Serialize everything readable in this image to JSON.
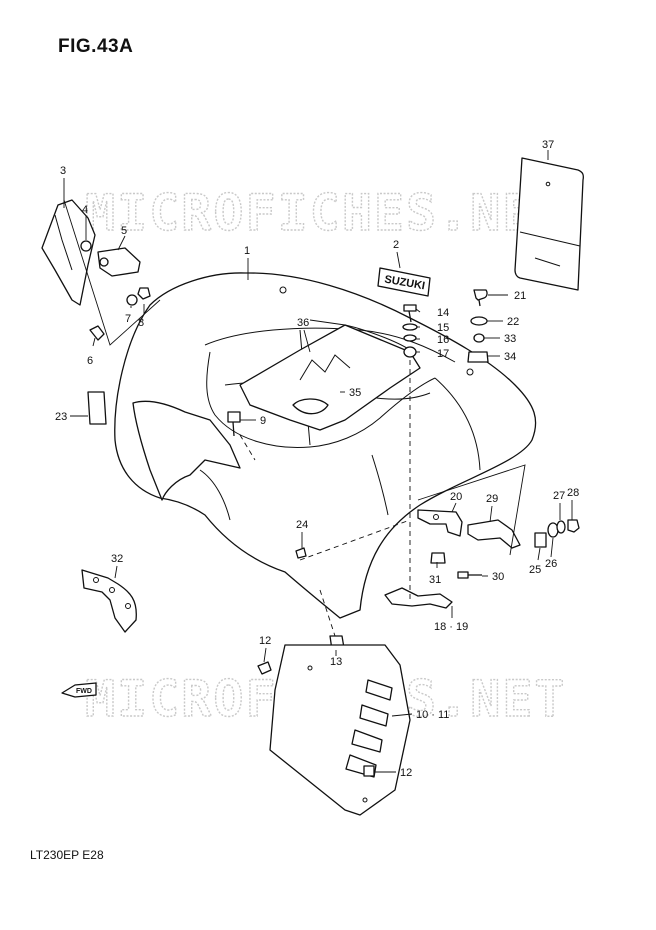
{
  "figure": {
    "title": "FIG.43A",
    "model_code": "LT230EP  E28"
  },
  "watermark": {
    "text": "MICROFICHES.NET"
  },
  "emblem": {
    "text": "SUZUKI"
  },
  "fwd": {
    "text": "FWD"
  },
  "callouts": [
    {
      "id": "1",
      "label": "1"
    },
    {
      "id": "2",
      "label": "2"
    },
    {
      "id": "3",
      "label": "3"
    },
    {
      "id": "4",
      "label": "4"
    },
    {
      "id": "5",
      "label": "5"
    },
    {
      "id": "6",
      "label": "6"
    },
    {
      "id": "7",
      "label": "7"
    },
    {
      "id": "8",
      "label": "8"
    },
    {
      "id": "9",
      "label": "9"
    },
    {
      "id": "10-11",
      "label": "10 · 11"
    },
    {
      "id": "12a",
      "label": "12"
    },
    {
      "id": "12b",
      "label": "12"
    },
    {
      "id": "13",
      "label": "13"
    },
    {
      "id": "14",
      "label": "14"
    },
    {
      "id": "15",
      "label": "15"
    },
    {
      "id": "16",
      "label": "16"
    },
    {
      "id": "17",
      "label": "17"
    },
    {
      "id": "18-19",
      "label": "18 · 19"
    },
    {
      "id": "20",
      "label": "20"
    },
    {
      "id": "21",
      "label": "21"
    },
    {
      "id": "22",
      "label": "22"
    },
    {
      "id": "23",
      "label": "23"
    },
    {
      "id": "24",
      "label": "24"
    },
    {
      "id": "25",
      "label": "25"
    },
    {
      "id": "26",
      "label": "26"
    },
    {
      "id": "27",
      "label": "27"
    },
    {
      "id": "28",
      "label": "28"
    },
    {
      "id": "29",
      "label": "29"
    },
    {
      "id": "30",
      "label": "30"
    },
    {
      "id": "31",
      "label": "31"
    },
    {
      "id": "32",
      "label": "32"
    },
    {
      "id": "33",
      "label": "33"
    },
    {
      "id": "34",
      "label": "34"
    },
    {
      "id": "35",
      "label": "35"
    },
    {
      "id": "36",
      "label": "36"
    },
    {
      "id": "37",
      "label": "37"
    }
  ]
}
